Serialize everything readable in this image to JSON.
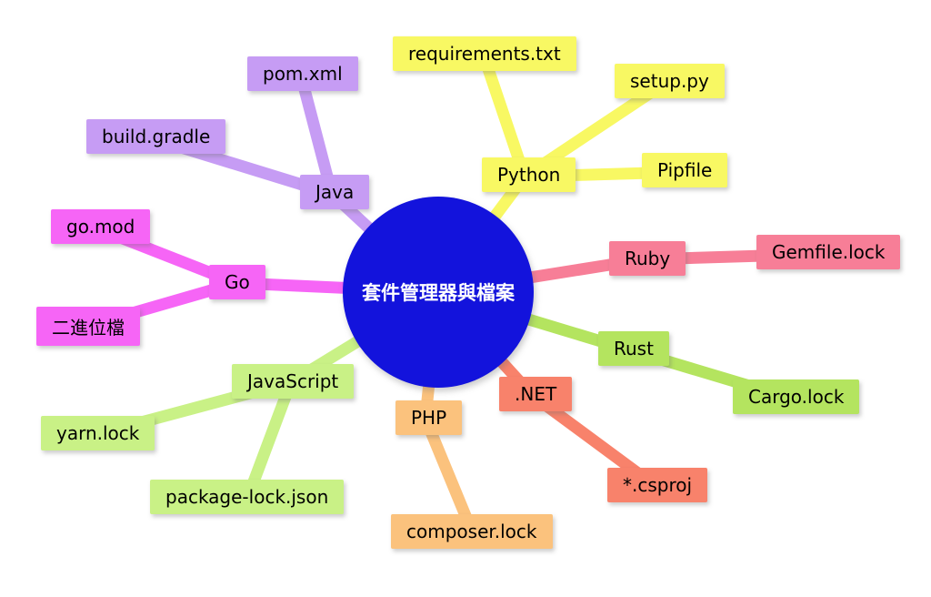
{
  "title": "套件管理器與檔案 mind map",
  "background_color": "#ffffff",
  "center": {
    "label": "套件管理器與檔案",
    "color": "#1313dc",
    "text_color": "#ffffff"
  },
  "branches": [
    {
      "name": "java",
      "label": "Java",
      "color": "#c69cf4",
      "children": [
        {
          "label": "pom.xml"
        },
        {
          "label": "build.gradle"
        }
      ]
    },
    {
      "name": "python",
      "label": "Python",
      "color": "#f8f863",
      "children": [
        {
          "label": "requirements.txt"
        },
        {
          "label": "setup.py"
        },
        {
          "label": "Pipfile"
        }
      ]
    },
    {
      "name": "go",
      "label": "Go",
      "color": "#f665f6",
      "children": [
        {
          "label": "go.mod"
        },
        {
          "label": "二進位檔"
        }
      ]
    },
    {
      "name": "ruby",
      "label": "Ruby",
      "color": "#f77e97",
      "children": [
        {
          "label": "Gemfile.lock"
        }
      ]
    },
    {
      "name": "rust",
      "label": "Rust",
      "color": "#b4e45f",
      "children": [
        {
          "label": "Cargo.lock"
        }
      ]
    },
    {
      "name": "javascript",
      "label": "JavaScript",
      "color": "#c9f186",
      "children": [
        {
          "label": "yarn.lock"
        },
        {
          "label": "package-lock.json"
        }
      ]
    },
    {
      "name": "php",
      "label": "PHP",
      "color": "#fbc27d",
      "children": [
        {
          "label": "composer.lock"
        }
      ]
    },
    {
      "name": "dotnet",
      "label": ".NET",
      "color": "#f8826b",
      "children": [
        {
          "label": "*.csproj"
        }
      ]
    }
  ]
}
